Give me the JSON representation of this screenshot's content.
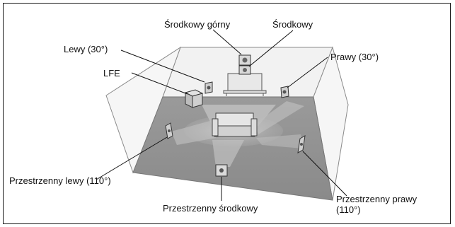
{
  "labels": {
    "center_top": "Środkowy górny",
    "center": "Środkowy",
    "left": "Lewy (30°)",
    "right": "Prawy (30°)",
    "lfe": "LFE",
    "surround_left": "Przestrzenny lewy (110°)",
    "surround_center": "Przestrzenny środkowy",
    "surround_right": "Przestrzenny prawy (110°)"
  }
}
